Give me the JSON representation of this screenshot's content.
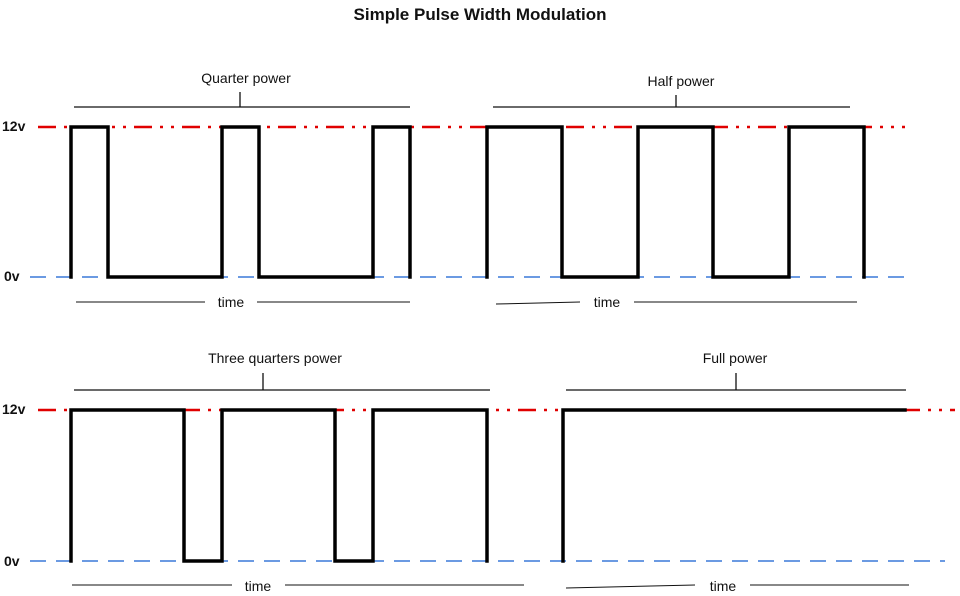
{
  "title": "Simple Pulse Width Modulation",
  "levels": {
    "high_label": "12v",
    "low_label": "0v"
  },
  "colors": {
    "high_reference": "#e00000",
    "low_reference": "#3a78d8",
    "waveform": "#000000"
  },
  "panels": [
    {
      "label": "Quarter power",
      "duty_cycle": 0.25,
      "periods": 3,
      "time_label": "time"
    },
    {
      "label": "Half power",
      "duty_cycle": 0.5,
      "periods": 3,
      "time_label": "time"
    },
    {
      "label": "Three quarters power",
      "duty_cycle": 0.75,
      "periods": 3,
      "time_label": "time"
    },
    {
      "label": "Full power",
      "duty_cycle": 1.0,
      "periods": 1,
      "time_label": "time"
    }
  ]
}
